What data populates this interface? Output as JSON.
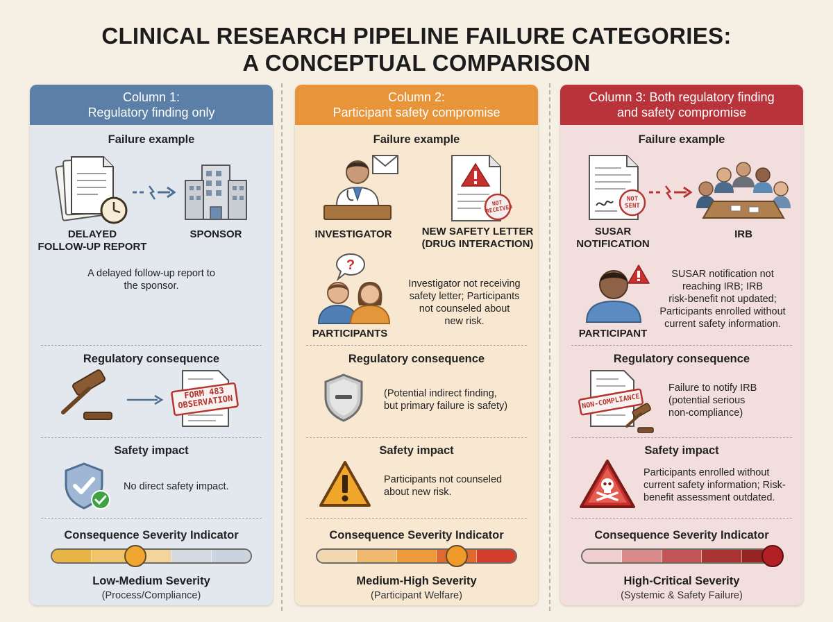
{
  "title_line1": "CLINICAL RESEARCH PIPELINE FAILURE CATEGORIES:",
  "title_line2": "A CONCEPTUAL COMPARISON",
  "colors": {
    "col1_header": "#5b7fa6",
    "col1_body": "#e2e8ee",
    "col2_header": "#e8953a",
    "col2_body": "#f8e8d2",
    "col3_header": "#b8343a",
    "col3_body": "#f3dede"
  },
  "sections": {
    "failure": "Failure example",
    "regulatory": "Regulatory consequence",
    "safety": "Safety impact",
    "severity": "Consequence Severity Indicator"
  },
  "col1": {
    "header": "Column 1:\nRegulatory finding only",
    "fail_label_a": "DELAYED\nFOLLOW-UP REPORT",
    "fail_label_b": "SPONSOR",
    "fail_desc": "A delayed follow-up report to\nthe sponsor.",
    "reg_stamp": "FORM 483\nOBSERVATION",
    "safety_desc": "No direct safety impact.",
    "severity_level": 0.42,
    "severity_label": "Low-Medium Severity",
    "severity_sub": "(Process/Compliance)",
    "icons": [
      "documents-icon",
      "clock-icon",
      "broken-arrow-icon",
      "building-icon",
      "gavel-icon",
      "form-icon",
      "shield-check-icon"
    ]
  },
  "col2": {
    "header": "Column 2:\nParticipant safety compromise",
    "fail_label_a": "INVESTIGATOR",
    "fail_label_b": "NEW SAFETY LETTER\n(DRUG INTERACTION)",
    "fail_stamp": "NOT\nRECEIVED",
    "fail_label_c": "PARTICIPANTS",
    "fail_desc": "Investigator not receiving\nsafety letter; Participants\nnot counseled about\nnew risk.",
    "reg_desc": "(Potential indirect finding,\nbut primary failure is safety)",
    "safety_desc": "Participants not counseled\nabout new risk.",
    "severity_level": 0.7,
    "severity_label": "Medium-High Severity",
    "severity_sub": "(Participant Welfare)",
    "icons": [
      "doctor-icon",
      "envelope-icon",
      "alert-document-icon",
      "question-bubble-icon",
      "participants-icon",
      "shield-minus-icon",
      "warning-icon"
    ]
  },
  "col3": {
    "header": "Column 3: Both regulatory finding\nand safety compromise",
    "fail_label_a": "SUSAR\nNOTIFICATION",
    "fail_stamp": "NOT\nSENT",
    "fail_label_b": "IRB",
    "fail_label_c": "PARTICIPANT",
    "fail_desc": "SUSAR notification not\nreaching IRB; IRB\nrisk-benefit not updated;\nParticipants enrolled without\ncurrent safety information.",
    "reg_stamp": "NON-COMPLIANCE",
    "reg_desc": "Failure to notify IRB\n(potential serious\nnon-compliance)",
    "safety_desc": "Participants enrolled without\ncurrent safety information; Risk-\nbenefit assessment outdated.",
    "severity_level": 0.95,
    "severity_label": "High-Critical Severity",
    "severity_sub": "(Systemic & Safety Failure)",
    "icons": [
      "signed-document-icon",
      "broken-arrow-icon",
      "meeting-icon",
      "person-icon",
      "alert-icon",
      "gavel-icon",
      "skull-warning-icon"
    ]
  }
}
